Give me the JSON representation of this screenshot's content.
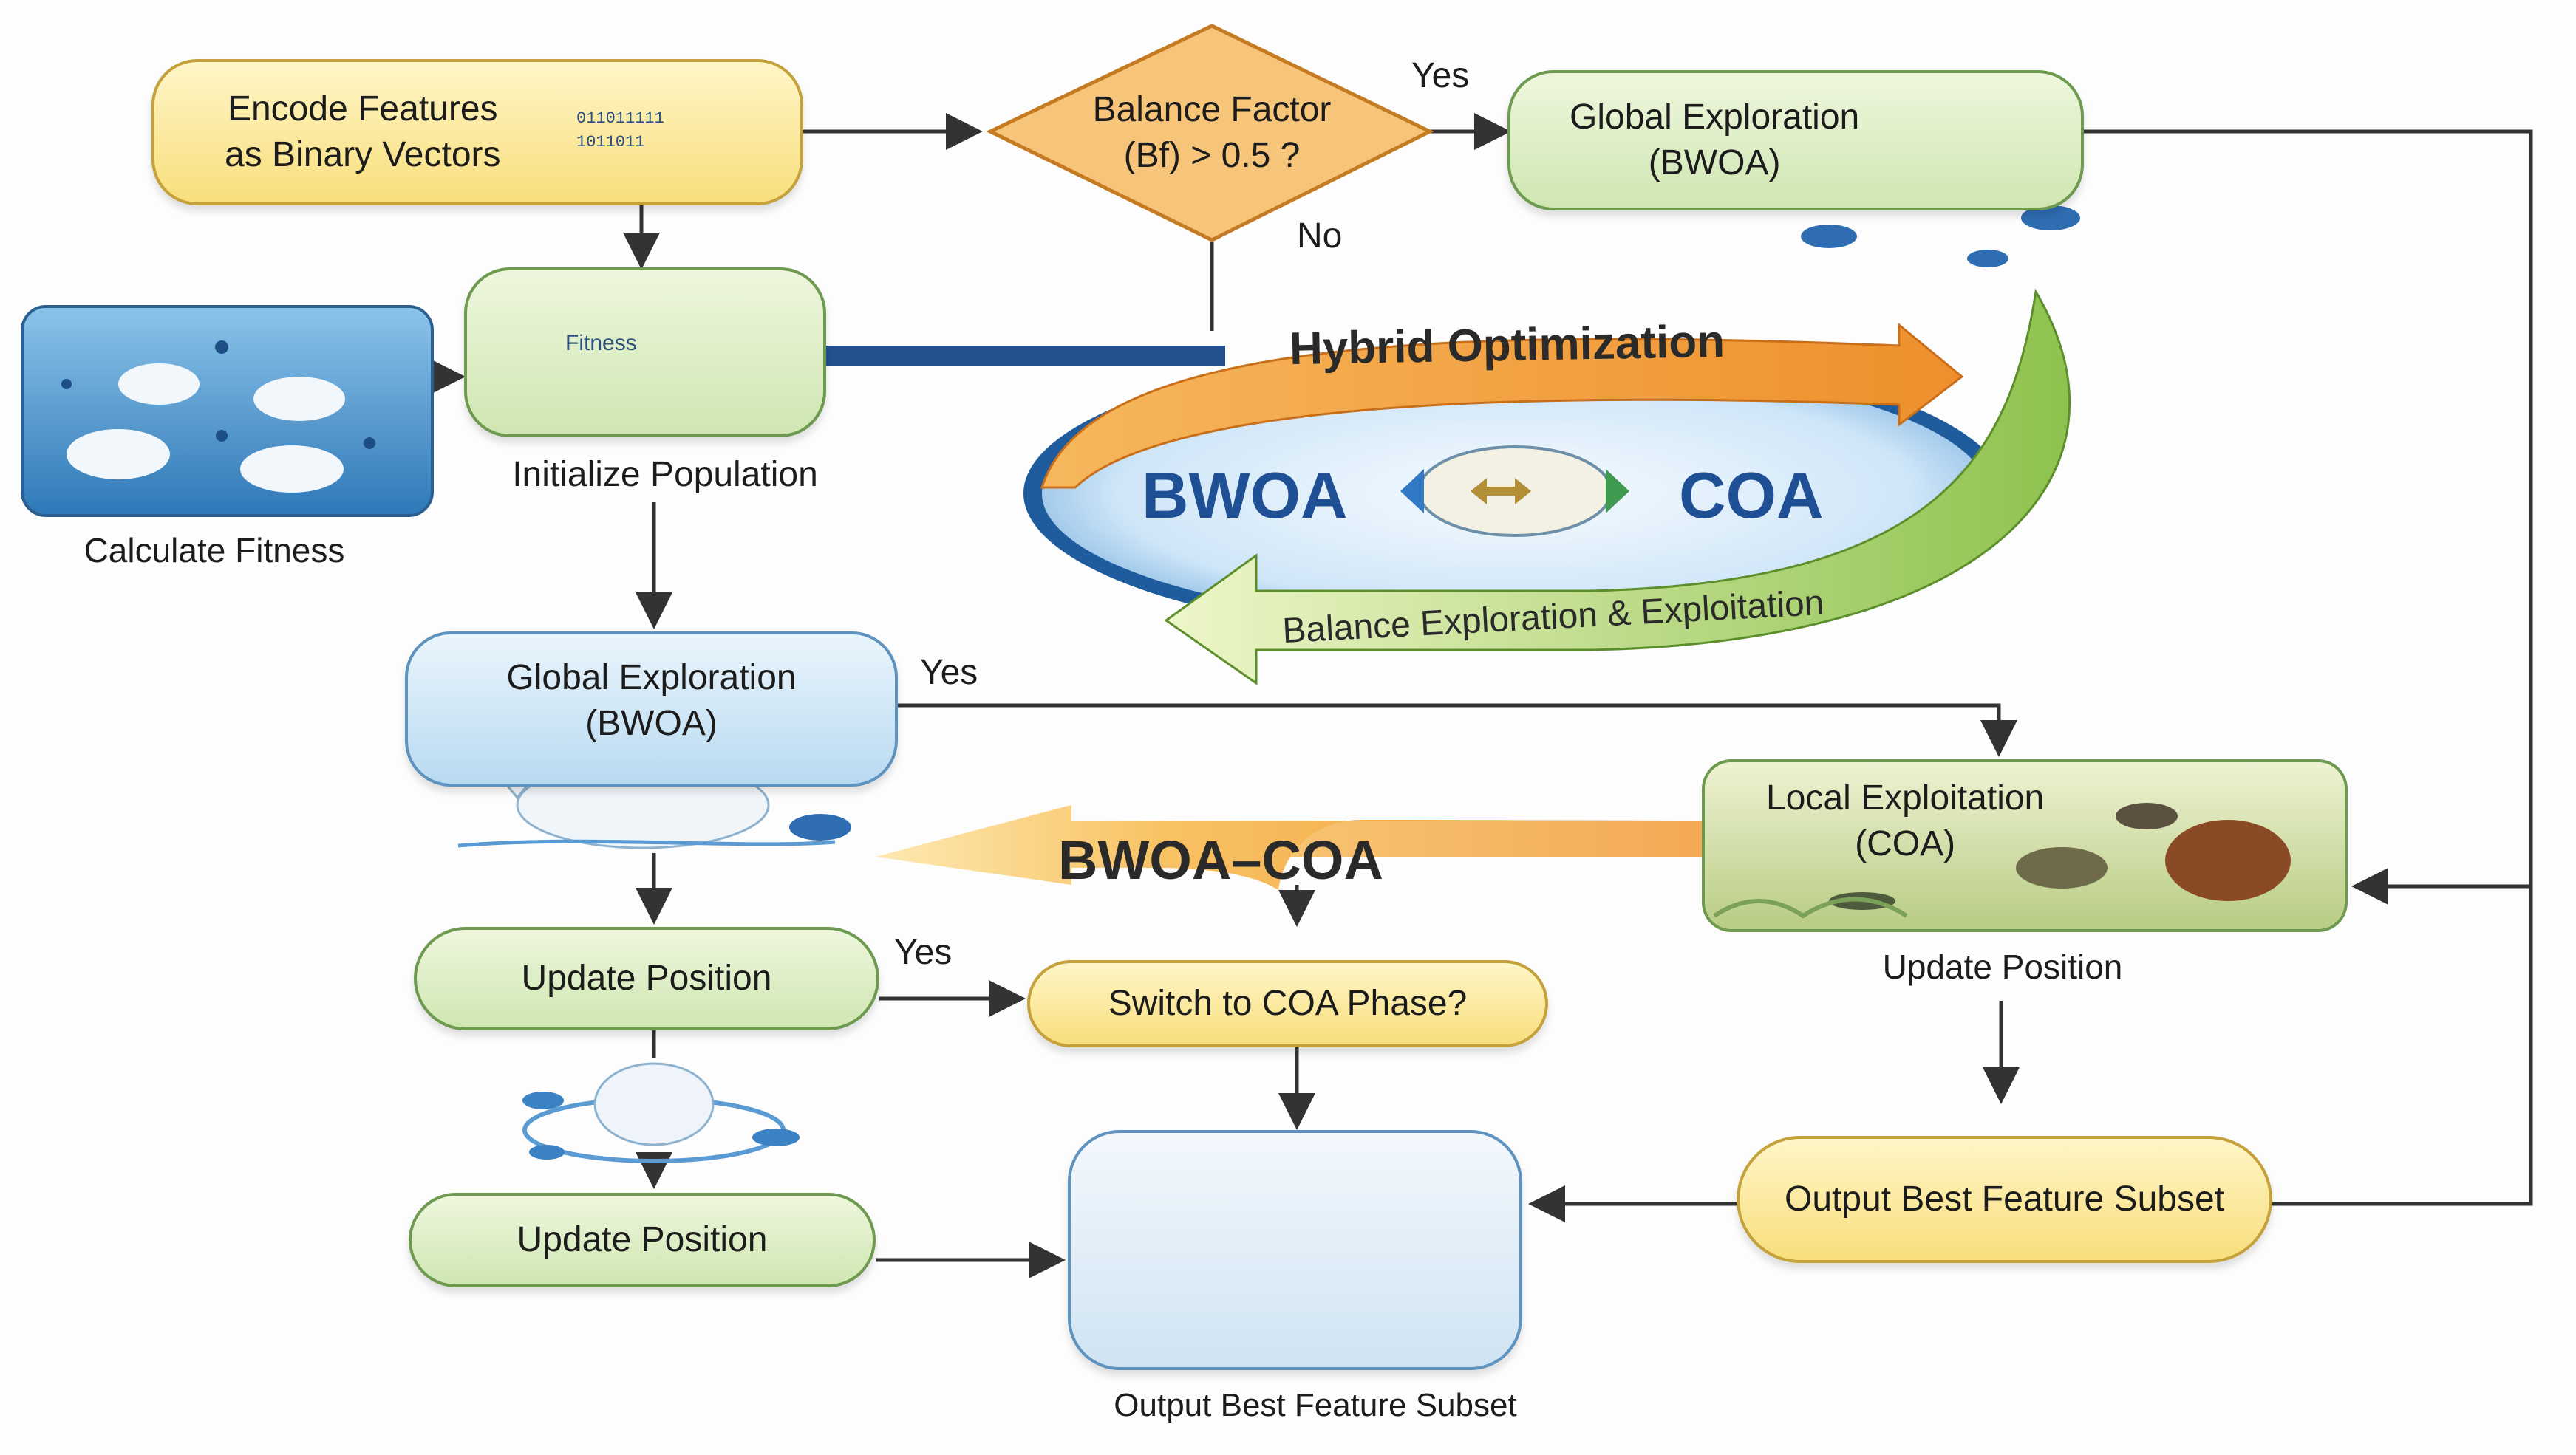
{
  "nodes": {
    "encode": "Encode Features\nas Binary Vectors",
    "decision": "Balance Factor\n(Bf) > 0.5 ?",
    "global_top": "Global Exploration\n(BWOA)",
    "init_pop": "Initialize Population",
    "calc_fitness": "Calculate Fitness",
    "global_mid": "Global Exploration\n(BWOA)",
    "local": "Local Exploitation\n(COA)",
    "local_update": "Update Position",
    "update1": "Update Position",
    "update2": "Update Position",
    "switch": "Switch to COA Phase?",
    "output_right": "Output Best Feature Subset",
    "output_bottom": "Output Best Feature Subset"
  },
  "hybrid": {
    "title": "Hybrid Optimization",
    "left": "BWOA",
    "right": "COA",
    "balance": "Balance Exploration & Exploitation"
  },
  "banner": "BWOA–COA",
  "icons": {
    "fitness_text": "Fitness",
    "binary_line1": "011011111",
    "binary_line2": "1011011"
  },
  "edge_labels": {
    "yes_top": "Yes",
    "no_top": "No",
    "yes_mid": "Yes",
    "yes_update": "Yes"
  },
  "colors": {
    "green_border": "#6e9a4f",
    "yellow_border": "#c4a13a",
    "blue_border": "#5f93bf",
    "orange_arrow": "#f29a36",
    "green_arrow": "#6aa532",
    "navy": "#24508f"
  }
}
